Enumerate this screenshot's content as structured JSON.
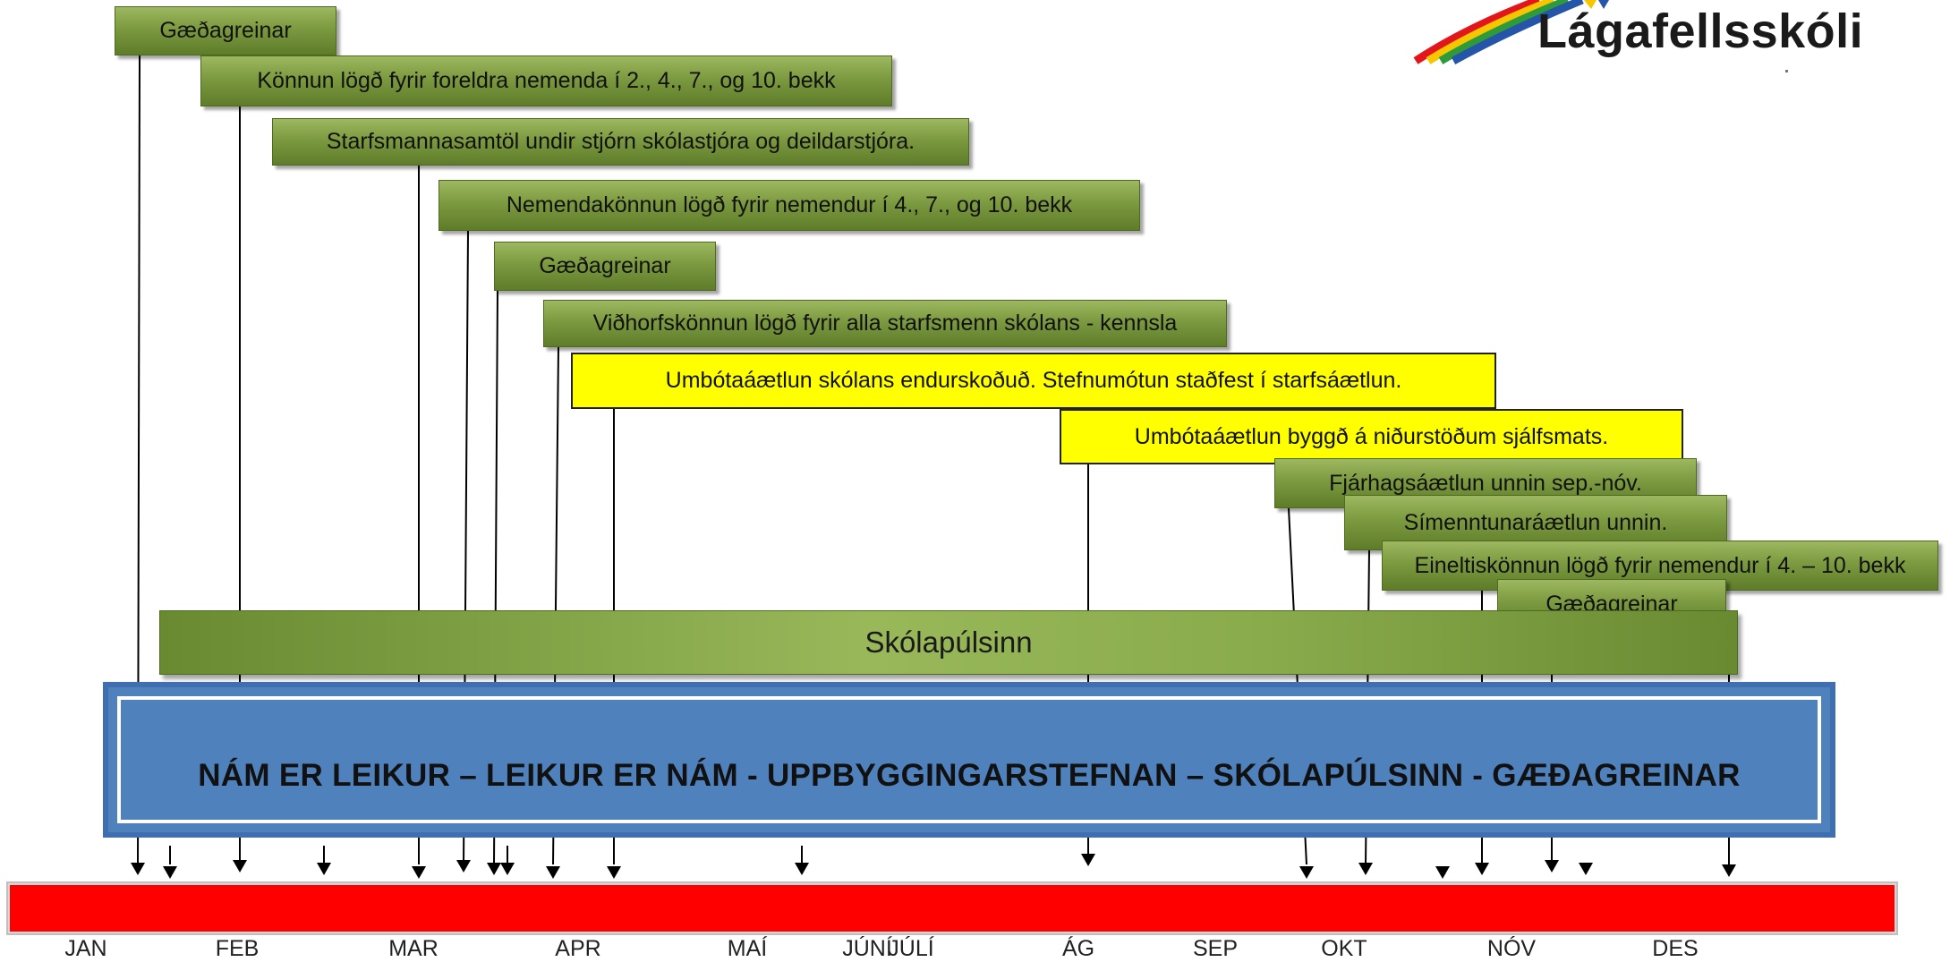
{
  "logo": {
    "name": "Lágafellsskóli",
    "stripe_colors": [
      "#e3161b",
      "#f7c600",
      "#2e9b3a",
      "#2455a8"
    ]
  },
  "events": [
    {
      "label": "Gæðagreinar",
      "style": "green"
    },
    {
      "label": "Könnun lögð fyrir foreldra nemenda í 2., 4., 7., og 10. bekk",
      "style": "green"
    },
    {
      "label": "Starfsmannasamtöl undir stjórn skólastjóra og deildarstjóra.",
      "style": "green"
    },
    {
      "label": "Nemendakönnun lögð fyrir nemendur í 4., 7., og 10. bekk",
      "style": "green"
    },
    {
      "label": "Gæðagreinar",
      "style": "green"
    },
    {
      "label": "Viðhorfskönnun lögð fyrir alla starfsmenn skólans - kennsla",
      "style": "green"
    },
    {
      "label": "Umbótaáætlun skólans endurskoðuð. Stefnumótun staðfest í starfsáætlun.",
      "style": "yellow"
    },
    {
      "label": "Umbótaáætlun byggð á niðurstöðum sjálfsmats.",
      "style": "yellow"
    },
    {
      "label": "Fjárhagsáætlun unnin sep.-nóv.",
      "style": "green"
    },
    {
      "label": "Símenntunaráætlun unnin.",
      "style": "green"
    },
    {
      "label": "Eineltiskönnun lögð fyrir nemendur í 4. – 10. bekk",
      "style": "green"
    },
    {
      "label": "Gæðagreinar",
      "style": "green"
    }
  ],
  "pulse_bar": {
    "label": "Skólapúlsinn"
  },
  "banner": {
    "text": "NÁM ER LEIKUR – LEIKUR ER NÁM - UPPBYGGINGARSTEFNAN – SKÓLAPÚLSINN - GÆÐAGREINAR"
  },
  "months": [
    "JAN",
    "FEB",
    "MAR",
    "APR",
    "MAÍ",
    "JÚNÍ",
    "JÚLÍ",
    "ÁG",
    "SEP",
    "OKT",
    "NÓV",
    "DES"
  ],
  "colors": {
    "green_box": "#7c9a40",
    "yellow_box": "#ffff00",
    "banner": "#4f81bd",
    "timeline": "#ff0000"
  }
}
